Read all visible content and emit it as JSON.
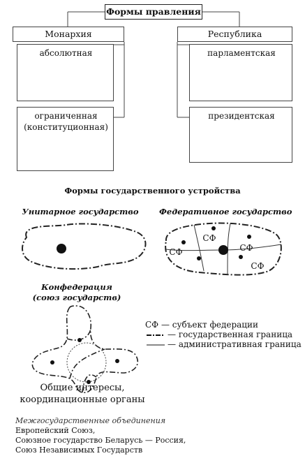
{
  "governance": {
    "title": "Формы правления",
    "monarchy": {
      "label": "Монархия",
      "types": [
        "абсолютная",
        "ограниченная",
        "(конституционная)"
      ]
    },
    "republic": {
      "label": "Республика",
      "types": [
        "парламентская",
        "президентская"
      ]
    }
  },
  "structure": {
    "title": "Формы государственного устройства",
    "unitary": "Унитарное государство",
    "federal": "Федеративное государство",
    "federal_subject_label": "СФ",
    "confederation": [
      "Конфедерация",
      "(союз государств)"
    ],
    "common_note": [
      "Общие интересы,",
      "координационные органы"
    ]
  },
  "legend": {
    "items": [
      "СФ — субъект федерации",
      "— государственная граница",
      "— административная граница"
    ]
  },
  "footer": {
    "heading": "Межгосударственные объединения",
    "lines": [
      "Европейский Союз,",
      "Союзное государство Беларусь — Россия,",
      "Союз Независимых Государств"
    ]
  }
}
